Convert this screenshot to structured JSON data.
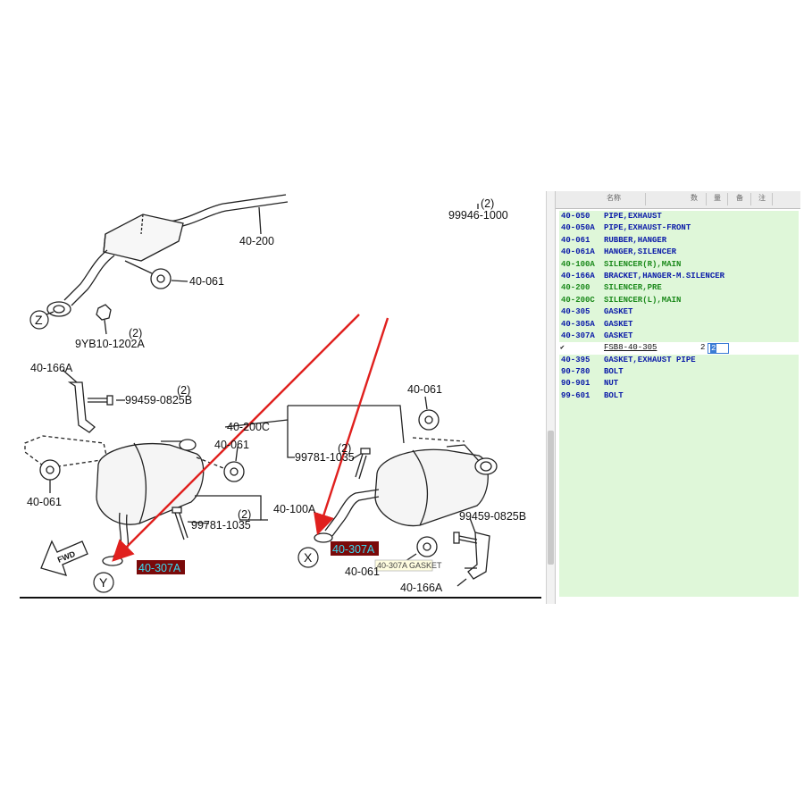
{
  "diagram": {
    "labels": {
      "l_2_top": "(2)",
      "l_99946": "99946-1000",
      "l_40_200": "40-200",
      "l_40_061_a": "40-061",
      "l_z": "Z",
      "l_2_9yb": "(2)",
      "l_9yb": "9YB10-1202A",
      "l_40_166a_a": "40-166A",
      "l_2_99459a": "(2)",
      "l_99459a": "99459-0825B",
      "l_40_061_b": "40-061",
      "l_40_200c": "40-200C",
      "l_2_99781a": "(2)",
      "l_99781a": "99781-1035",
      "l_40_061_c": "40-061",
      "l_40_061_d": "40-061",
      "l_40_100a": "40-100A",
      "l_2_99781b": "(2)",
      "l_99781b": "99781-1035",
      "l_99459b": "99459-0825B",
      "l_fwd": "FWD",
      "l_y": "Y",
      "l_x": "X",
      "l_40_061_e": "40-061",
      "l_40_166a_b": "40-166A"
    },
    "highlight_left": "40-307A",
    "highlight_right": "40-307A",
    "tooltip": "40-307A GASKET",
    "colors": {
      "arrow": "#e0201e",
      "highlight_bg": "#7a0a0a",
      "highlight_text": "#38d9f0"
    }
  },
  "panel": {
    "header": [
      "名称",
      "数",
      "量",
      "备",
      "注"
    ],
    "rows": [
      {
        "code": "40-050",
        "name": "PIPE,EXHAUST",
        "green": false
      },
      {
        "code": "40-050A",
        "name": "PIPE,EXHAUST-FRONT",
        "green": false
      },
      {
        "code": "40-061",
        "name": "RUBBER,HANGER",
        "green": false
      },
      {
        "code": "40-061A",
        "name": "HANGER,SILENCER",
        "green": false
      },
      {
        "code": "40-100A",
        "name": "SILENCER(R),MAIN",
        "green": true
      },
      {
        "code": "40-166A",
        "name": "BRACKET,HANGER-M.SILENCER",
        "green": false
      },
      {
        "code": "40-200",
        "name": "SILENCER,PRE",
        "green": true
      },
      {
        "code": "40-200C",
        "name": "SILENCER(L),MAIN",
        "green": true
      },
      {
        "code": "40-305",
        "name": "GASKET",
        "green": false
      },
      {
        "code": "40-305A",
        "name": "GASKET",
        "green": false
      },
      {
        "code": "40-307A",
        "name": "GASKET",
        "green": false
      }
    ],
    "edit_row": {
      "check": "✔",
      "part_no": "FSB8-40-305",
      "qty": "2",
      "qty_input": "2"
    },
    "rows_after": [
      {
        "code": "40-395",
        "name": "GASKET,EXHAUST PIPE",
        "green": false
      },
      {
        "code": "90-780",
        "name": "BOLT",
        "green": false
      },
      {
        "code": "90-901",
        "name": "NUT",
        "green": false
      },
      {
        "code": "99-601",
        "name": "BOLT",
        "green": false
      }
    ],
    "colors": {
      "row_bg": "#dff7d9",
      "blue_text": "#0a1aa8",
      "green_text": "#1c8a1c"
    }
  }
}
